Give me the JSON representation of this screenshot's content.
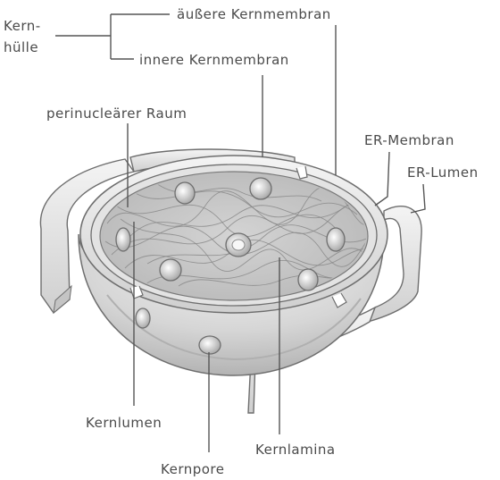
{
  "labels": {
    "kernhuelle_1": "Kern-",
    "kernhuelle_2": "hülle",
    "aeussere": "äußere Kernmembran",
    "innere": "innere Kernmembran",
    "perinuclear": "perinucleärer Raum",
    "er_membran": "ER-Membran",
    "er_lumen": "ER-Lumen",
    "kernlumen": "Kernlumen",
    "kernlamina": "Kernlamina",
    "kernpore": "Kernpore"
  },
  "colors": {
    "outline": "#6e6e6e",
    "surface_light": "#efefef",
    "surface_mid": "#d9d9d9",
    "surface_dark": "#bdbdbd",
    "lamina_fill": "#c9c9c9",
    "lamina_strands": "#8a8a8a",
    "text": "#4a4a4a"
  }
}
